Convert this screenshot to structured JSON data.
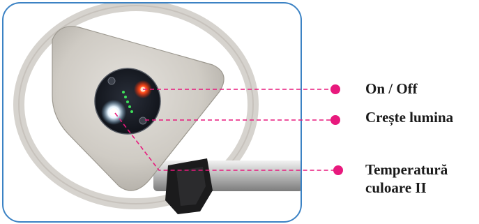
{
  "figure": {
    "accent_color": "#e8197d",
    "frame_color": "#3b82c4",
    "callouts": [
      {
        "id": "on-off",
        "label_lines": [
          "On / Off"
        ]
      },
      {
        "id": "creste-lumina",
        "label_lines": [
          "Crește lumina"
        ]
      },
      {
        "id": "temperatura-culoare",
        "label_lines": [
          "Temperatură",
          "culoare II"
        ]
      }
    ]
  }
}
